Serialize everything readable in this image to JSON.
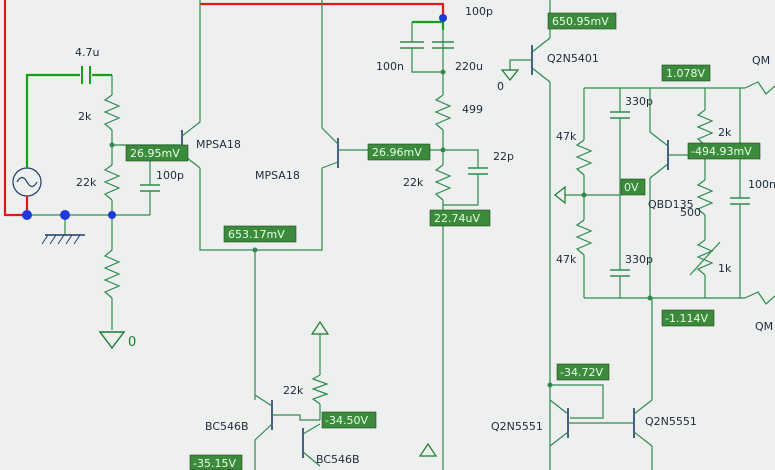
{
  "components": {
    "cap_input": "4.7u",
    "res_2k_left": "2k",
    "res_22k_left": "22k",
    "cap_100p_left": "100p",
    "q_mpsa18_a": "MPSA18",
    "q_mpsa18_b": "MPSA18",
    "cap_100p_top": "100p",
    "cap_100n": "100n",
    "cap_220u": "220u",
    "res_499": "499",
    "res_22k_mid": "22k",
    "cap_22p": "22p",
    "q_2n5401": "Q2N5401",
    "res_47k_upper": "47k",
    "res_47k_lower": "47k",
    "cap_330p_upper": "330p",
    "cap_330p_lower": "330p",
    "res_2k_right": "2k",
    "res_500": "500",
    "res_1k_pot": "1k",
    "q_bd135": "QBD135",
    "cap_100n_right": "100n",
    "q_top_right": "QM",
    "q_bottom_right": "QM",
    "res_22k_bottom": "22k",
    "q_bc546b_a": "BC546B",
    "q_bc546b_b": "BC546B",
    "q_2n5551_a": "Q2N5551",
    "q_2n5551_b": "Q2N5551",
    "ground_label": "0",
    "ground_label_2": "0"
  },
  "probes": {
    "v_base_a": "26.95mV",
    "v_base_b": "26.96mV",
    "v_emitters": "653.17mV",
    "v_feedback": "22.74uV",
    "v_2n5401": "650.95mV",
    "v_top_rail": "1.078V",
    "v_bd135": "-494.93mV",
    "v_zero": "0V",
    "v_bottom_rail": "-1.114V",
    "v_2n5551": "-34.72V",
    "v_bc546b": "-34.50V",
    "v_bc546b_bottom": "-35.15V"
  }
}
